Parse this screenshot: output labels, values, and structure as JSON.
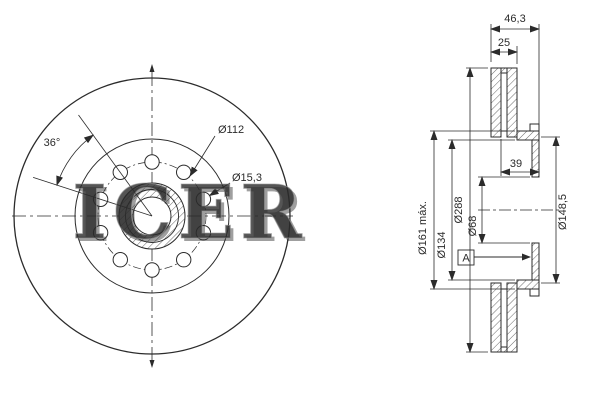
{
  "watermark": "ICER",
  "front_view": {
    "angle": "36°",
    "bolt_circle_diameter": "Ø112",
    "hole_diameter": "Ø15,3"
  },
  "section_view": {
    "overall_width": "46,3",
    "disc_thickness": "25",
    "hat_depth": "39",
    "outer_diameter": "Ø288",
    "max_diameter": "Ø161 máx.",
    "mount_diameter": "Ø134",
    "bore_diameter": "Ø68",
    "hat_diameter": "Ø148,5",
    "datum": "A"
  },
  "colors": {
    "line": "#2b2b2b",
    "watermark": "#bfbfbf"
  }
}
